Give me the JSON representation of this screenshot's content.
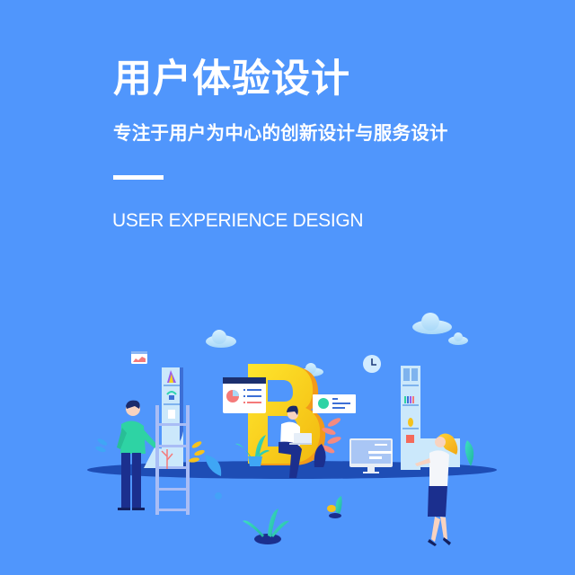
{
  "banner": {
    "title": "用户体验设计",
    "subtitle": "专注于用户为中心的创新设计与服务设计",
    "english_title": "USER EXPERIENCE DESIGN"
  },
  "colors": {
    "background": "#5096FC",
    "text": "#FFFFFF",
    "floor": "#1E4DB5",
    "letter_b": "#F5D31C",
    "accent_teal": "#2ED3B0",
    "accent_coral": "#F47A7A"
  },
  "illustration": {
    "description": "Flat illustration of a UX design team: man by ladder and shelf, woman sitting with laptop on large yellow letter B, dashboards, clouds, clock, bookshelf, monitor, woman standing",
    "icons": [
      "cloud-icon",
      "clock-icon",
      "chart-card-icon",
      "pie-chart-card-icon",
      "monitor-icon",
      "plant-icon",
      "ladder-icon",
      "bookshelf-icon",
      "letter-b-icon"
    ]
  }
}
